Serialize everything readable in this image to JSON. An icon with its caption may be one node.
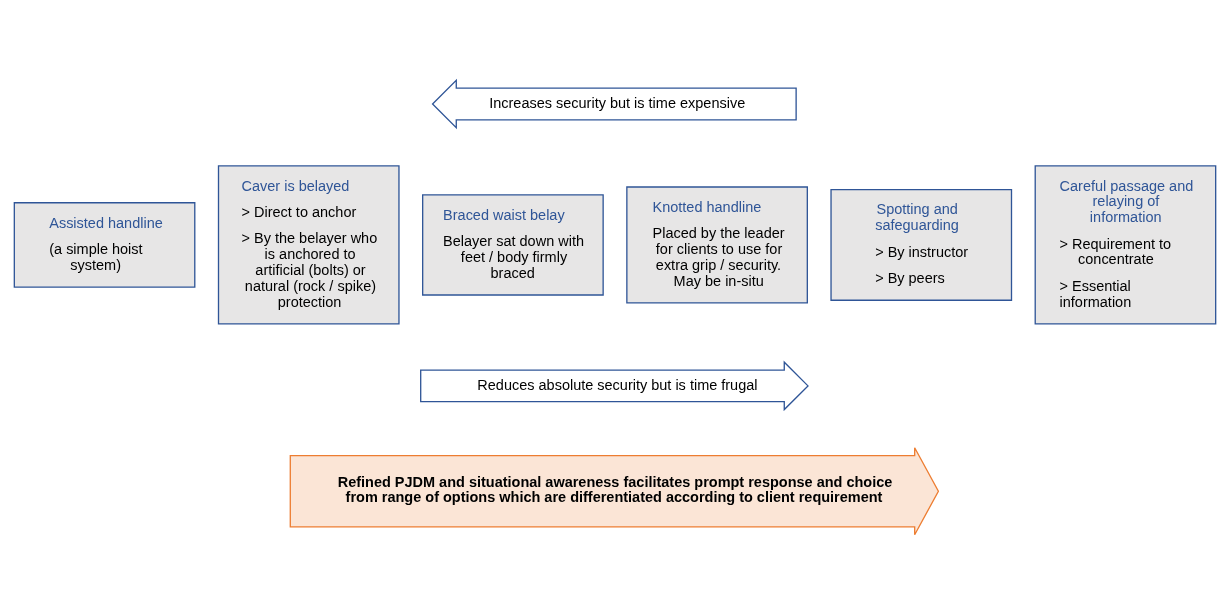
{
  "diagram": {
    "nodes": [
      {
        "text": [
          "Increases security but is time expensive"
        ]
      },
      {
        "text": [
          "Assisted handline",
          "(a simple hoist system)"
        ]
      },
      {
        "text": [
          "Caver is belayed",
          "> Direct to anchor",
          "> By the belayer who is anchored to artificial (bolts) or natural (rock / spike) protection"
        ]
      },
      {
        "text": [
          "Braced waist belay",
          "Belayer sat down with feet / body firmly braced"
        ]
      },
      {
        "text": [
          "Knotted handline",
          "Placed by the leader for clients to use for extra grip / security. May be in-situ"
        ]
      },
      {
        "text": [
          "Spotting and safeguarding",
          "> By instructor",
          "> By peers"
        ]
      },
      {
        "text": [
          "Careful passage and relaying of information",
          "> Requirement to concentrate",
          "> Essential information"
        ]
      },
      {
        "text": [
          "Reduces absolute security but is time frugal"
        ]
      },
      {
        "text": [
          "Refined PJDM and situational awareness facilitates prompt response and choice from range of options which are differentiated according to client requirement"
        ]
      }
    ]
  }
}
